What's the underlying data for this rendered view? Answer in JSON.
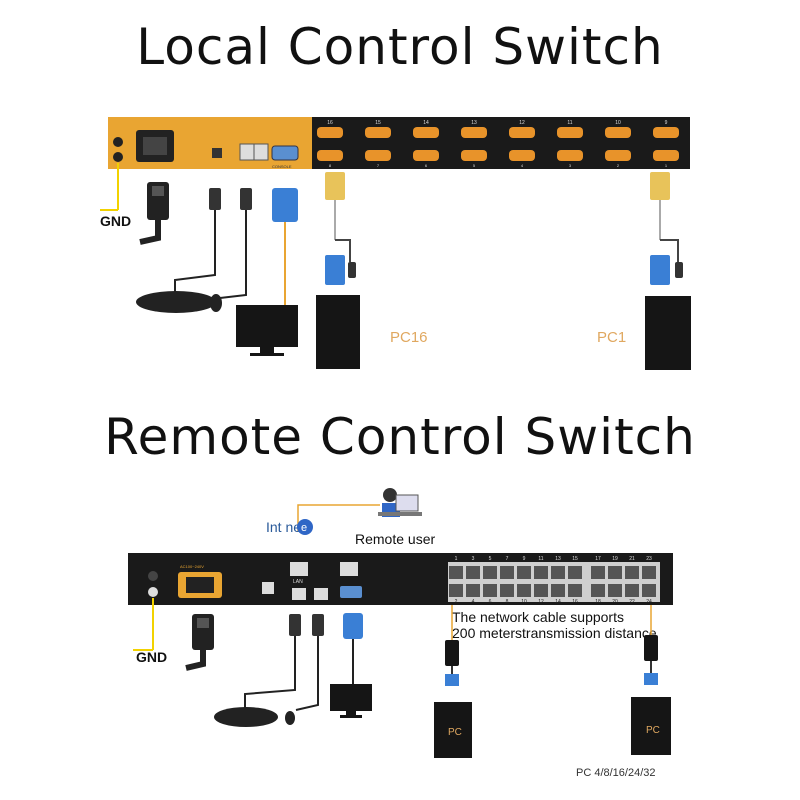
{
  "local": {
    "title": "Local Control Switch",
    "gnd_label": "GND",
    "console_label": "CONSOLE",
    "port_numbers_top": [
      "16",
      "15",
      "14",
      "13",
      "12",
      "11",
      "10",
      "9"
    ],
    "port_numbers_bottom": [
      "8",
      "7",
      "6",
      "5",
      "4",
      "3",
      "2",
      "1"
    ],
    "pc_left": "PC16",
    "pc_right": "PC1"
  },
  "remote": {
    "title": "Remote Control Switch",
    "internet_label": "Int  net",
    "internet_e": "e",
    "remote_user_label": "Remote user",
    "lan_label": "LAN",
    "gnd_label": "GND",
    "power_label": "AC100~240V",
    "port_numbers_top": [
      "1",
      "3",
      "5",
      "7",
      "9",
      "11",
      "13",
      "15",
      "17",
      "19",
      "21",
      "23"
    ],
    "port_numbers_bottom": [
      "2",
      "4",
      "6",
      "8",
      "10",
      "12",
      "14",
      "16",
      "18",
      "20",
      "22",
      "24"
    ],
    "cable_note_line1": "The network cable supports",
    "cable_note_line2": "200 meterstransmission distance",
    "pc_label": "PC",
    "pc_count_note": "PC 4/8/16/24/32"
  },
  "colors": {
    "switch_orange": "#e9a532",
    "switch_black": "#1a1a1a",
    "port_orange": "#e8932a",
    "cable_yellow": "#f2d200",
    "vga_blue": "#3a7fd5",
    "pc_label_orange": "#e0a860"
  }
}
